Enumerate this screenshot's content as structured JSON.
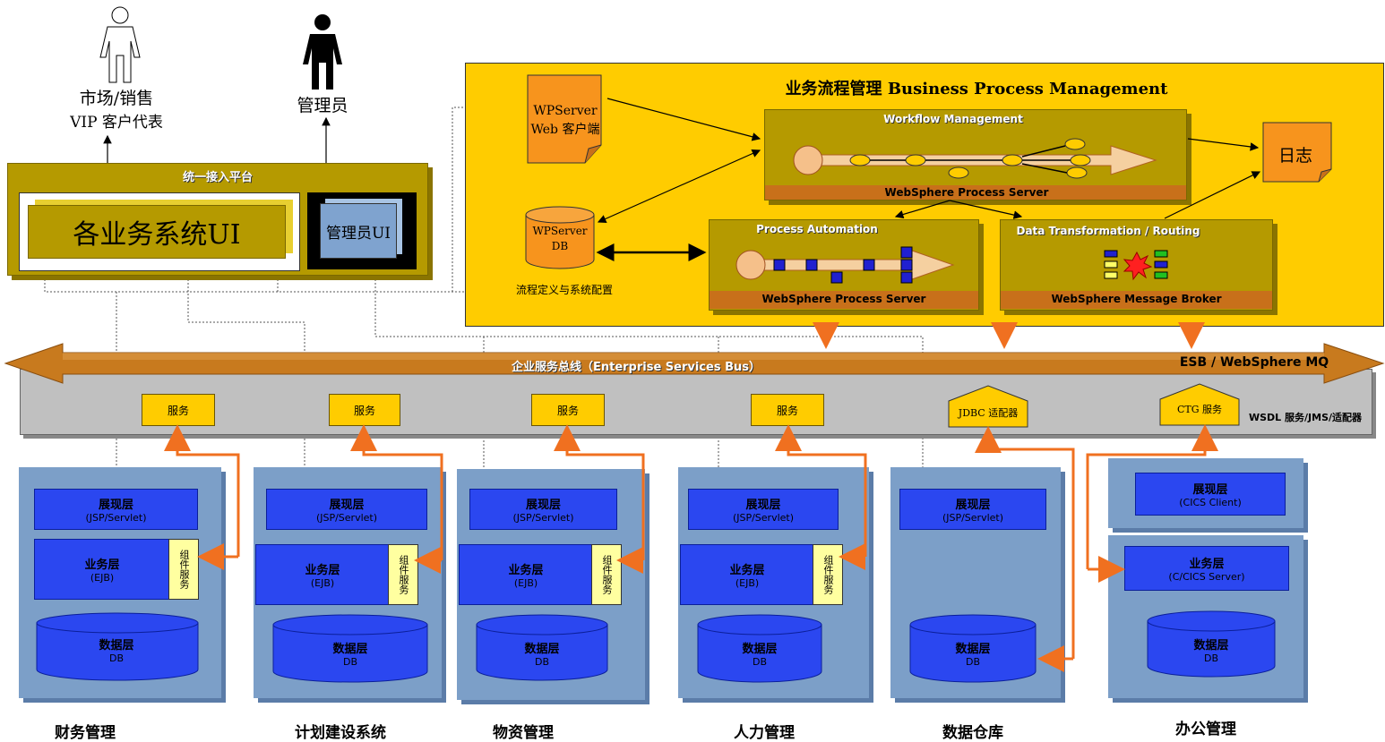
{
  "people": {
    "market_label_1": "市场/销售",
    "market_label_2": "VIP 客户代表",
    "admin_label": "管理员"
  },
  "access_platform": {
    "title": "统一接入平台",
    "business_ui": "各业务系统UI",
    "admin_ui": "管理员UI"
  },
  "bpm": {
    "title": "业务流程管理 Business Process Management",
    "wpserver_client_1": "WPServer",
    "wpserver_client_2": "Web 客户端",
    "wpserver_db_1": "WPServer",
    "wpserver_db_2": "DB",
    "db_note": "流程定义与系统配置",
    "log": "日志",
    "workflow_title": "Workflow Management",
    "workflow_footer": "WebSphere Process Server",
    "automation_title": "Process Automation",
    "automation_footer": "WebSphere Process Server",
    "transform_title": "Data Transformation  / Routing",
    "transform_footer": "WebSphere Message Broker"
  },
  "esb": {
    "title": "企业服务总线（Enterprise Services Bus）",
    "product": "ESB / WebSphere MQ",
    "adapters_note": "WSDL 服务/JMS/适配器",
    "services": [
      "服务",
      "服务",
      "服务",
      "服务"
    ],
    "jdbc_adapter": "JDBC 适配器",
    "ctg_service": "CTG 服务"
  },
  "systems": [
    {
      "name": "财务管理",
      "presentation": "展现层",
      "presentation_sub": "(JSP/Servlet)",
      "business": "业务层",
      "business_sub": "(EJB)",
      "component": "组件服务",
      "data": "数据层",
      "data_sub": "DB"
    },
    {
      "name": "计划建设系统",
      "presentation": "展现层",
      "presentation_sub": "(JSP/Servlet)",
      "business": "业务层",
      "business_sub": "(EJB)",
      "component": "组件服务",
      "data": "数据层",
      "data_sub": "DB"
    },
    {
      "name": "物资管理",
      "presentation": "展现层",
      "presentation_sub": "(JSP/Servlet)",
      "business": "业务层",
      "business_sub": "(EJB)",
      "component": "组件服务",
      "data": "数据层",
      "data_sub": "DB"
    },
    {
      "name": "人力管理",
      "presentation": "展现层",
      "presentation_sub": "(JSP/Servlet)",
      "business": "业务层",
      "business_sub": "(EJB)",
      "component": "组件服务",
      "data": "数据层",
      "data_sub": "DB"
    },
    {
      "name": "数据仓库",
      "presentation": "展现层",
      "presentation_sub": "(JSP/Servlet)",
      "data": "数据层",
      "data_sub": "DB"
    },
    {
      "name": "办公管理",
      "presentation": "展现层",
      "presentation_sub": "(CICS Client)",
      "business": "业务层",
      "business_sub": "(C/CICS Server)",
      "data": "数据层",
      "data_sub": "DB"
    }
  ],
  "colors": {
    "bpm_bg": "#ffcc00",
    "olive": "#b59a00",
    "esb_arrow": "#c87a1e",
    "link_orange": "#f07020",
    "system_blue": "#7c9fc8",
    "layer_blue": "#2b47f0"
  }
}
